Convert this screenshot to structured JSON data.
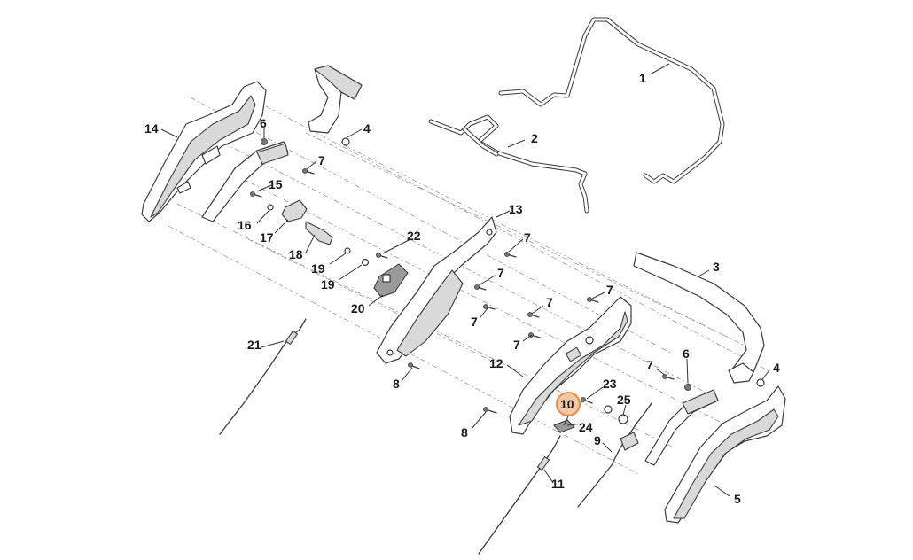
{
  "diagram": {
    "highlighted_callout": "10",
    "highlight_color": "#e8894a",
    "callouts": [
      {
        "id": "c1",
        "text": "1"
      },
      {
        "id": "c2",
        "text": "2"
      },
      {
        "id": "c3",
        "text": "3"
      },
      {
        "id": "c4a",
        "text": "4"
      },
      {
        "id": "c4b",
        "text": "4"
      },
      {
        "id": "c5",
        "text": "5"
      },
      {
        "id": "c6a",
        "text": "6"
      },
      {
        "id": "c6b",
        "text": "6"
      },
      {
        "id": "c7a",
        "text": "7"
      },
      {
        "id": "c7b",
        "text": "7"
      },
      {
        "id": "c7c",
        "text": "7"
      },
      {
        "id": "c7d",
        "text": "7"
      },
      {
        "id": "c7e",
        "text": "7"
      },
      {
        "id": "c7f",
        "text": "7"
      },
      {
        "id": "c7g",
        "text": "7"
      },
      {
        "id": "c7h",
        "text": "7"
      },
      {
        "id": "c8a",
        "text": "8"
      },
      {
        "id": "c8b",
        "text": "8"
      },
      {
        "id": "c9",
        "text": "9"
      },
      {
        "id": "c10",
        "text": "10"
      },
      {
        "id": "c11",
        "text": "11"
      },
      {
        "id": "c12",
        "text": "12"
      },
      {
        "id": "c13",
        "text": "13"
      },
      {
        "id": "c14",
        "text": "14"
      },
      {
        "id": "c15",
        "text": "15"
      },
      {
        "id": "c16",
        "text": "16"
      },
      {
        "id": "c17",
        "text": "17"
      },
      {
        "id": "c18",
        "text": "18"
      },
      {
        "id": "c19a",
        "text": "19"
      },
      {
        "id": "c19b",
        "text": "19"
      },
      {
        "id": "c20",
        "text": "20"
      },
      {
        "id": "c21",
        "text": "21"
      },
      {
        "id": "c22",
        "text": "22"
      },
      {
        "id": "c23",
        "text": "23"
      },
      {
        "id": "c24",
        "text": "24"
      },
      {
        "id": "c25",
        "text": "25"
      }
    ]
  }
}
